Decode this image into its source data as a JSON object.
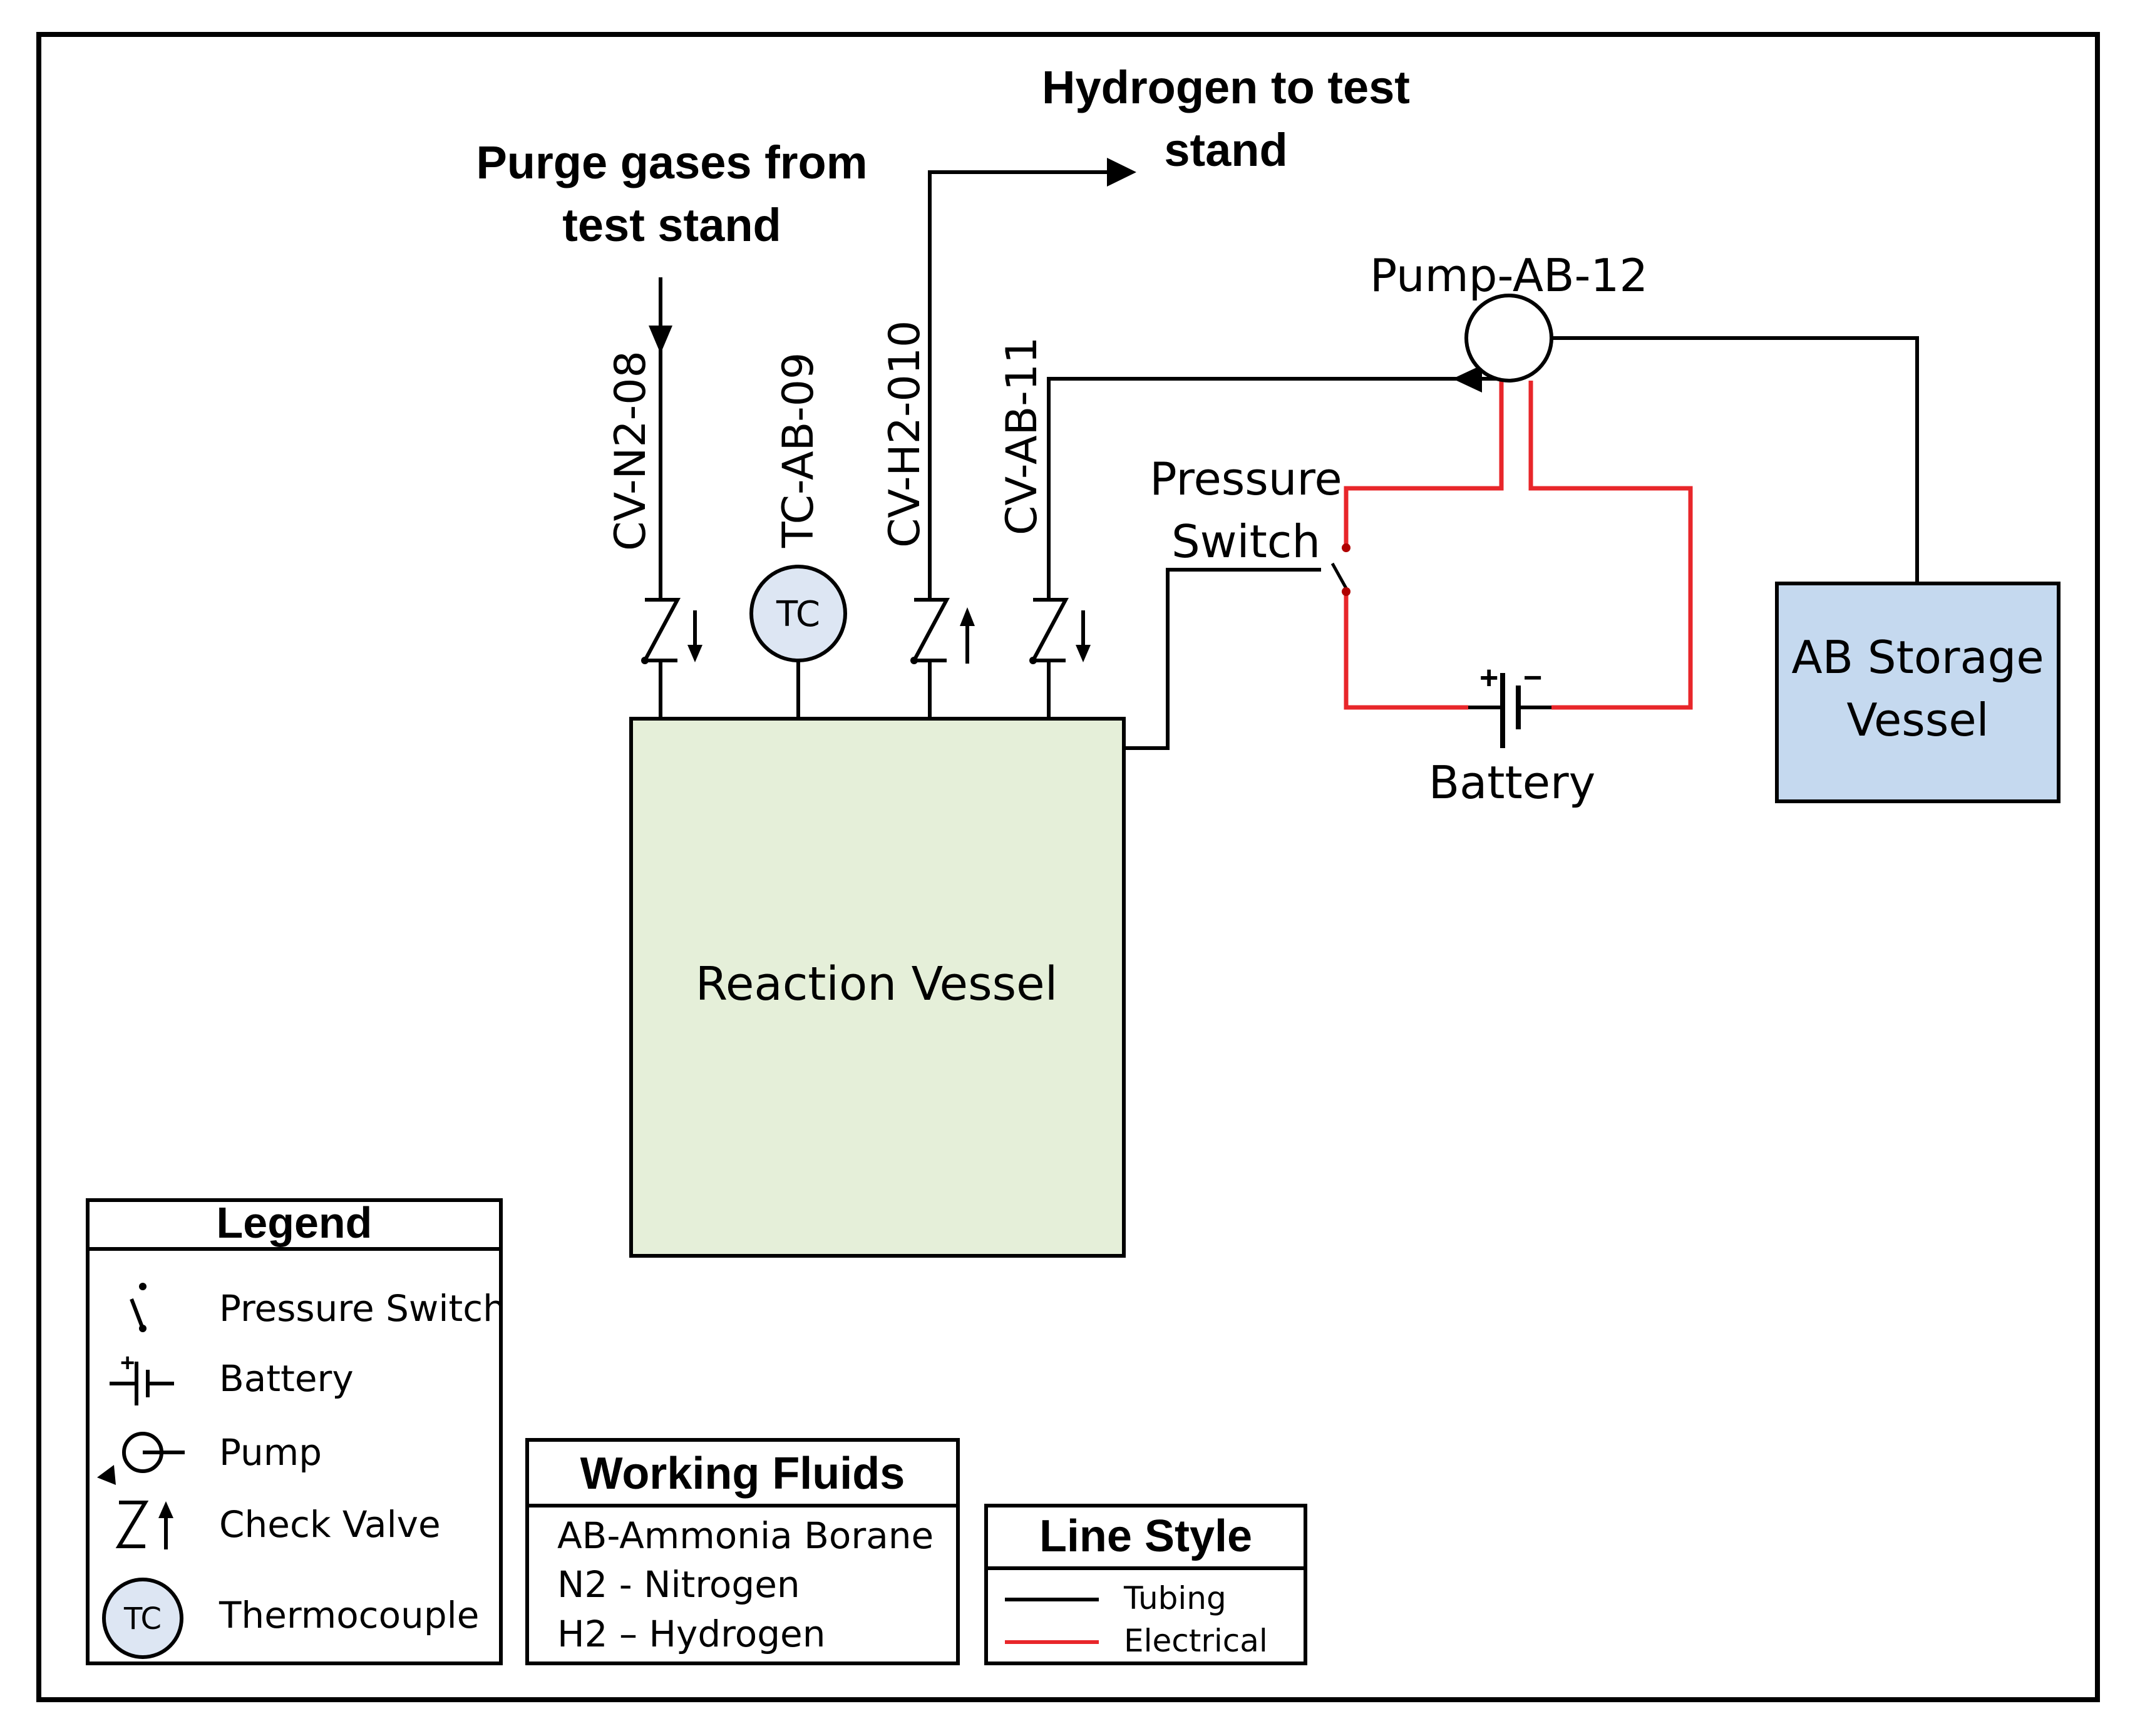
{
  "labels": {
    "purge_line1": "Purge gases from",
    "purge_line2": "test stand",
    "hydrogen_line1": "Hydrogen to test",
    "hydrogen_line2": "stand",
    "pump": "Pump-AB-12",
    "cv_n2": "CV-N2-08",
    "tc_ab": "TC-AB-09",
    "cv_h2": "CV-H2-010",
    "cv_ab": "CV-AB-11",
    "tc_symbol": "TC",
    "pressure_switch_line1": "Pressure",
    "pressure_switch_line2": "Switch",
    "battery": "Battery",
    "battery_plus": "+",
    "battery_minus": "−",
    "reaction_vessel": "Reaction Vessel",
    "storage_line1": "AB Storage",
    "storage_line2": "Vessel"
  },
  "legend": {
    "title": "Legend",
    "items": [
      {
        "label": "Pressure Switch"
      },
      {
        "label": "Battery"
      },
      {
        "label": "Pump"
      },
      {
        "label": "Check Valve"
      },
      {
        "label": "Thermocouple",
        "symbol_text": "TC"
      }
    ]
  },
  "working_fluids": {
    "title": "Working Fluids",
    "items": [
      "AB-Ammonia Borane",
      "N2 - Nitrogen",
      "H2 – Hydrogen"
    ]
  },
  "line_style": {
    "title": "Line Style",
    "items": [
      {
        "label": "Tubing",
        "color": "#000000"
      },
      {
        "label": "Electrical",
        "color": "#e8262a"
      }
    ]
  },
  "colors": {
    "reaction_vessel_fill": "#e5efd9",
    "storage_fill": "#c5d9ef",
    "thermocouple_fill": "#dde6f3",
    "electrical": "#e8262a",
    "tubing": "#000000"
  }
}
